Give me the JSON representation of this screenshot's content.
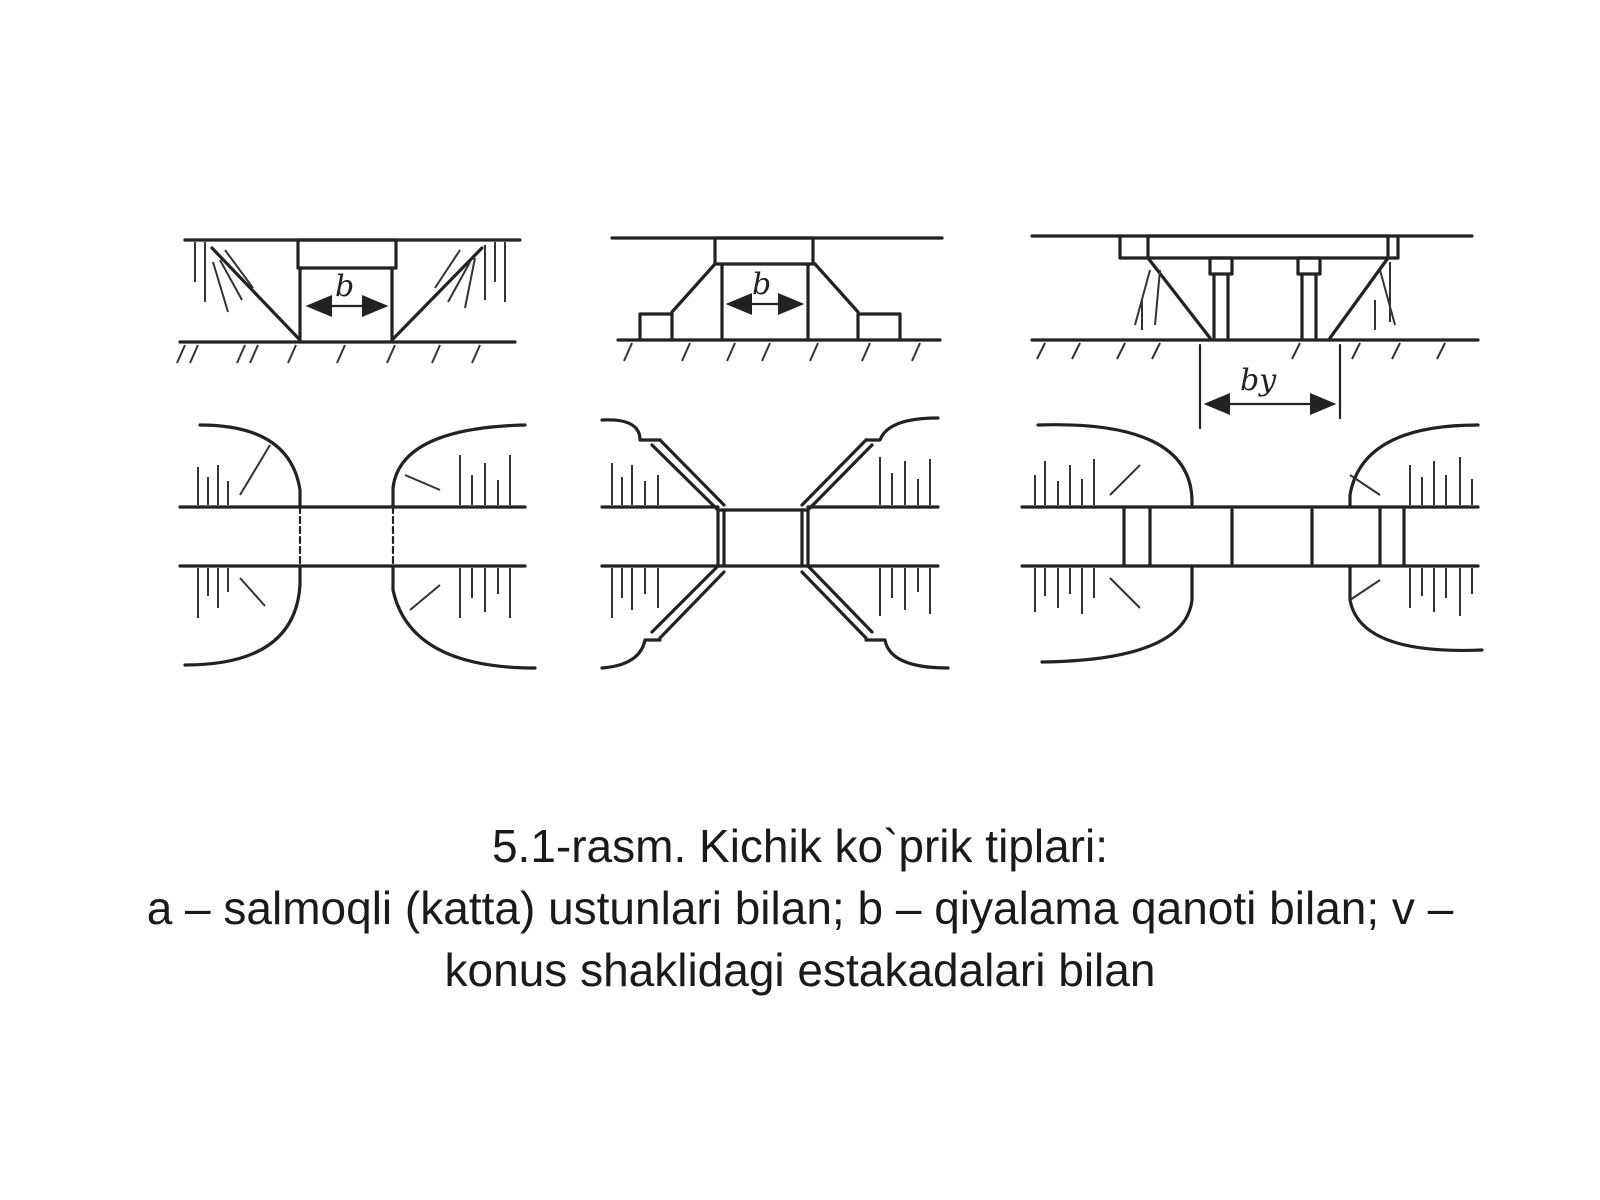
{
  "labels": {
    "span_a": "b",
    "span_b": "b",
    "span_v": "bу"
  },
  "caption": {
    "line1": "5.1-rasm. Kichik ko`prik tiplari:",
    "line2": "a – salmoqli (katta) ustunlari bilan; b – qiyalama qanoti bilan; v –",
    "line3": "konus shaklidagi estakadalari bilan"
  }
}
